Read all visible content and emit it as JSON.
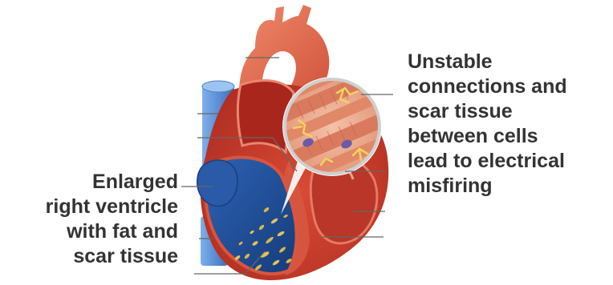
{
  "labels": {
    "left_lines": [
      "Enlarged",
      "right ventricle",
      "with fat and",
      "scar tissue"
    ],
    "right_lines": [
      "Unstable",
      "connections and",
      "scar tissue",
      "between cells",
      "lead to electrical",
      "misfiring"
    ]
  },
  "colors": {
    "text": "#333333",
    "aorta": "#e86a4e",
    "vein_blue": "#5b8fd6",
    "right_ventricle_blue": "#1f4f99",
    "left_ventricle_red": "#c53d2a",
    "inner_red": "#a82b20",
    "fat_yellow": "#d9b64a",
    "leader_line": "#666666",
    "zoom_ring": "#d0d0d0"
  }
}
